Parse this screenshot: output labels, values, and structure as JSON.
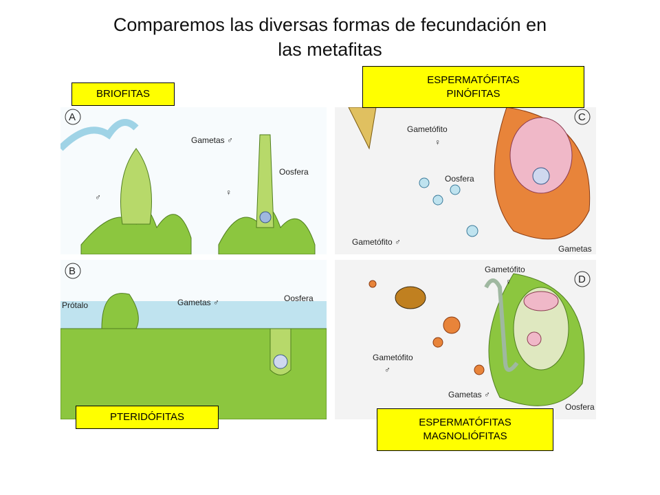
{
  "title": {
    "line1": "Comparemos las diversas formas de fecundación en",
    "line2": "las metafitas"
  },
  "tags": {
    "briofitas": "BRIOFITAS",
    "pinofitas_1": "ESPERMATÓFITAS",
    "pinofitas_2": "PINÓFITAS",
    "pteridofitas": "PTERIDÓFITAS",
    "magnoliofitas_1": "ESPERMATÓFITAS",
    "magnoliofitas_2": "MAGNOLIÓFITAS"
  },
  "panels": {
    "a": {
      "letter": "A",
      "gametas": "Gametas ♂",
      "oosfera": "Oosfera",
      "male": "♂",
      "female": "♀"
    },
    "b": {
      "letter": "B",
      "protalo": "Prótalo",
      "gametas": "Gametas ♂",
      "oosfera": "Oosfera"
    },
    "c": {
      "letter": "C",
      "gametofito_f": "Gametófito",
      "female": "♀",
      "oosfera": "Oosfera",
      "gametofito_m": "Gametófito ♂",
      "gametas": "Gametas"
    },
    "d": {
      "letter": "D",
      "gametofito_f": "Gametófito",
      "female": "♀",
      "gametofito_m": "Gametófito",
      "male": "♂",
      "gametas": "Gametas ♂",
      "oosfera": "Oosfera"
    }
  },
  "colors": {
    "tag_yellow": "#ffff00",
    "plant_green": "#8cc63f",
    "water_blue": "#bfe3ef",
    "cell_pink": "#f0b8c8",
    "ovule_orange": "#e8843a"
  }
}
